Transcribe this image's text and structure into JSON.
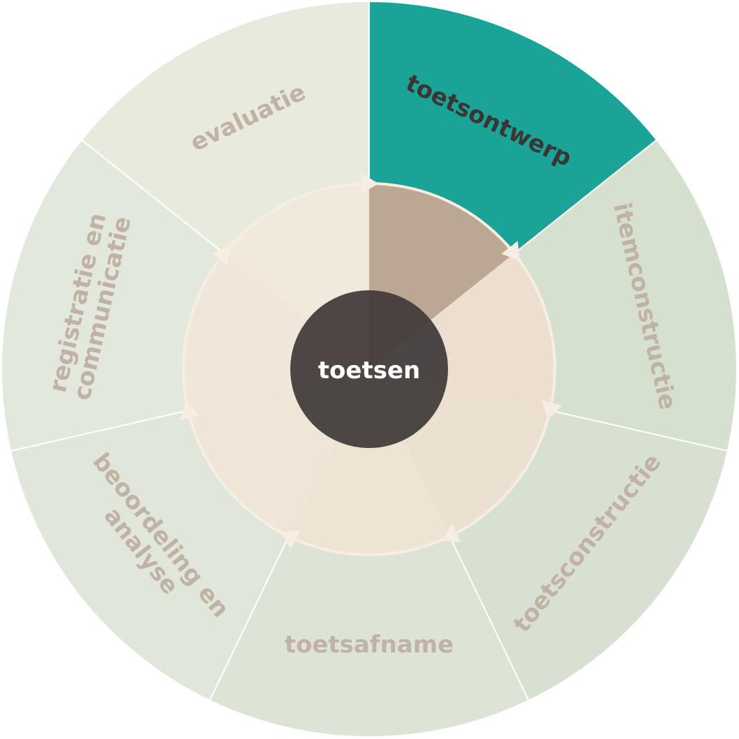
{
  "center": {
    "label": "toetsen",
    "color": "#423c3b",
    "text_color": "#ffffff"
  },
  "segments": [
    {
      "id": "toetsontwerp",
      "lines": [
        "toetsontwerp"
      ],
      "outer_color": "#19a497",
      "inner_color": "#bba794",
      "text_color": "#3c3534",
      "active": true
    },
    {
      "id": "itemconstructie",
      "lines": [
        "itemconstructie"
      ],
      "outer_color": "#d6e0cf",
      "inner_color": "#ecdfd0",
      "text_color": "#c1b2a6",
      "active": false
    },
    {
      "id": "toetsconstructie",
      "lines": [
        "toetsconstructie"
      ],
      "outer_color": "#d8e1d1",
      "inner_color": "#ece0d1",
      "text_color": "#c1b2a6",
      "active": false
    },
    {
      "id": "toetsafname",
      "lines": [
        "toetsafname"
      ],
      "outer_color": "#dde4d6",
      "inner_color": "#eee4d4",
      "text_color": "#c1b2a6",
      "active": false
    },
    {
      "id": "beoordeling-en-analyse",
      "lines": [
        "beoordeling en",
        "analyse"
      ],
      "outer_color": "#e0e6da",
      "inner_color": "#efe6d8",
      "text_color": "#c1b2a6",
      "active": false
    },
    {
      "id": "registratie-en-communicatie",
      "lines": [
        "registratie en",
        "communicatie"
      ],
      "outer_color": "#e3e8dc",
      "inner_color": "#f0e7da",
      "text_color": "#c1b2a6",
      "active": false
    },
    {
      "id": "evaluatie",
      "lines": [
        "evaluatie"
      ],
      "outer_color": "#e7eadd",
      "inner_color": "#f1e9dc",
      "text_color": "#c1b2a6",
      "active": false
    }
  ],
  "colors": {
    "separator": "#ffffff",
    "inner_ring_border": "#f6eee2",
    "arrow": "#f6eee2"
  }
}
